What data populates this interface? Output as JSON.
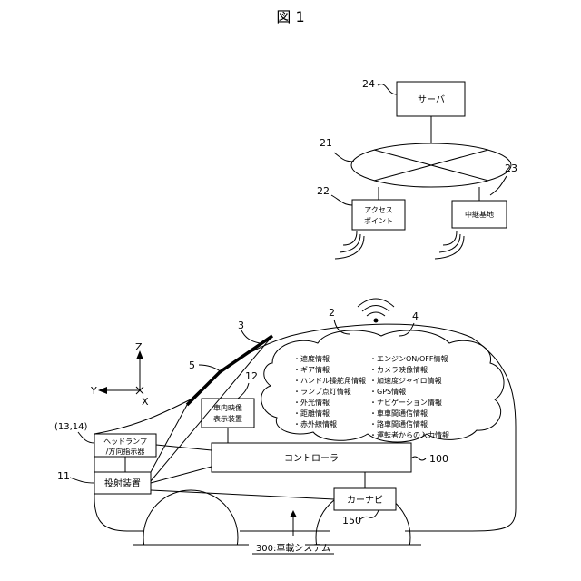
{
  "title": "図 1",
  "network": {
    "server": {
      "ref": "24",
      "label": "サーバ"
    },
    "network": {
      "ref": "21"
    },
    "access_point": {
      "ref": "22",
      "line1": "アクセス",
      "line2": "ポイント"
    },
    "relay_base": {
      "ref": "23",
      "label": "中継基地"
    }
  },
  "vehicle": {
    "ref_body": "2",
    "ref_windshield": "3",
    "ref_info_cloud": "4",
    "ref_hud_line": "5",
    "display": {
      "ref": "12",
      "line1": "車内映像",
      "line2": "表示装置"
    },
    "headlamp": {
      "ref": "(13,14)",
      "line1": "ヘッドランプ",
      "line2": "/方向指示器"
    },
    "projector": {
      "ref": "11",
      "label": "投射装置"
    },
    "controller": {
      "ref": "100",
      "label": "コントローラ"
    },
    "navi": {
      "ref": "150",
      "label": "カーナビ"
    },
    "system_label": "300:車載システム"
  },
  "axes": {
    "z": "Z",
    "y": "Y",
    "x": "X"
  },
  "info_left": [
    "・速度情報",
    "・ギア情報",
    "・ハンドル操舵角情報",
    "・ランプ点灯情報",
    "・外光情報",
    "・距離情報",
    "・赤外線情報"
  ],
  "info_right": [
    "・エンジンON/OFF情報",
    "・カメラ映像情報",
    "・加速度ジャイロ情報",
    "・GPS情報",
    "・ナビゲーション情報",
    "・車車間通信情報",
    "・路車間通信情報",
    "・運転者からの入力情報"
  ]
}
